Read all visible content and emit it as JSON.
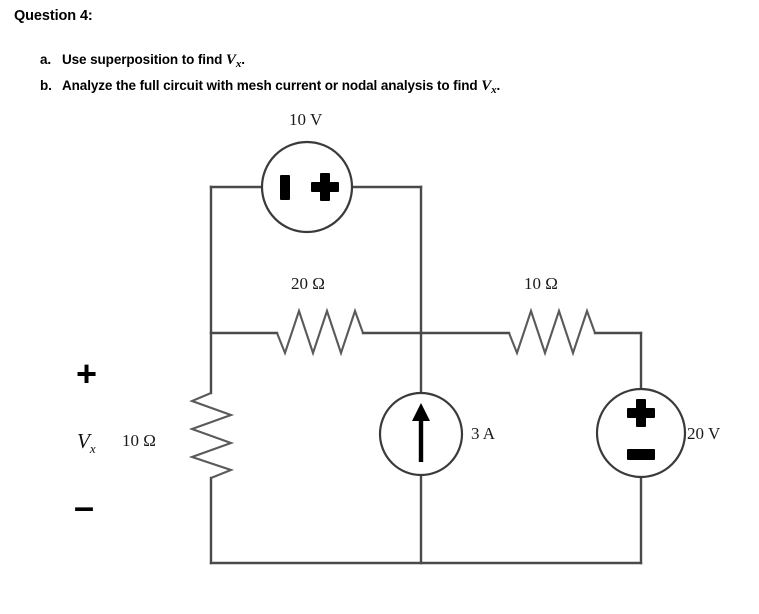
{
  "heading": "Question 4:",
  "questions": [
    {
      "marker": "a.",
      "text_before": "Use superposition to find ",
      "symbol": "V",
      "subscript": "x",
      "text_after": "."
    },
    {
      "marker": "b.",
      "text_before": "Analyze the full circuit with mesh current or nodal analysis to find ",
      "symbol": "V",
      "subscript": "x",
      "text_after": "."
    }
  ],
  "circuit": {
    "voltage_source_top": {
      "label": "10 V",
      "polarity_left": "minus",
      "polarity_right": "plus"
    },
    "resistor_top": {
      "label": "20 Ω"
    },
    "resistor_right": {
      "label": "10 Ω"
    },
    "resistor_left": {
      "label": "10 Ω"
    },
    "current_source": {
      "label": "3 A",
      "direction": "up"
    },
    "voltage_source_right": {
      "label": "20 V",
      "polarity_top": "plus",
      "polarity_bottom": "minus"
    },
    "measured_voltage": {
      "symbol": "V",
      "subscript": "x",
      "plus_sign": "+",
      "minus_sign": "–"
    }
  },
  "colors": {
    "wire": "#4a4a4a",
    "glyph": "#000000",
    "background": "#ffffff",
    "text": "#000000"
  }
}
